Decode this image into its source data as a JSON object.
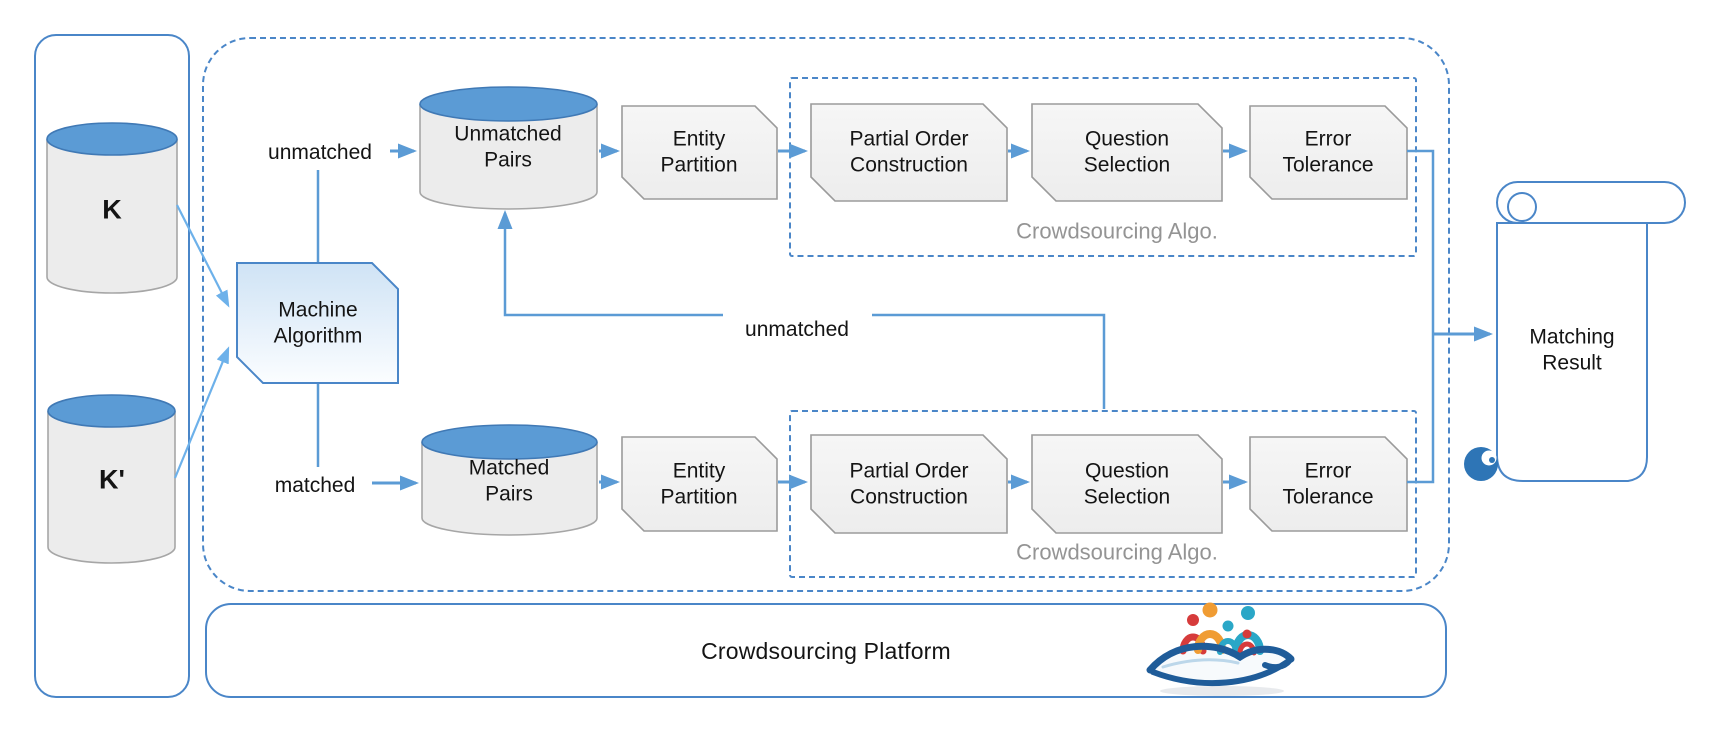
{
  "sources": {
    "db_top": "K",
    "db_bottom": "K'"
  },
  "machine_algorithm_label": "Machine Algorithm",
  "edge_labels": {
    "unmatched_top": "unmatched",
    "matched_bottom": "matched",
    "unmatched_feedback": "unmatched"
  },
  "pipelines": {
    "top": {
      "store": "Unmatched Pairs",
      "steps": [
        "Entity Partition",
        "Partial Order Construction",
        "Question Selection",
        "Error Tolerance"
      ],
      "group": "Crowdsourcing Algo."
    },
    "bottom": {
      "store": "Matched Pairs",
      "steps": [
        "Entity Partition",
        "Partial Order Construction",
        "Question Selection",
        "Error Tolerance"
      ],
      "group": "Crowdsourcing Algo."
    }
  },
  "result_label": "Matching Result",
  "platform_label": "Crowdsourcing Platform",
  "colors": {
    "accent": "#4a86c8",
    "arrow": "#5b9bd5",
    "cylinder_top": "#5b9bd5",
    "box_fill": "#f2f2f2",
    "muted_text": "#949494",
    "scroll_curl": "#2e75b6"
  }
}
